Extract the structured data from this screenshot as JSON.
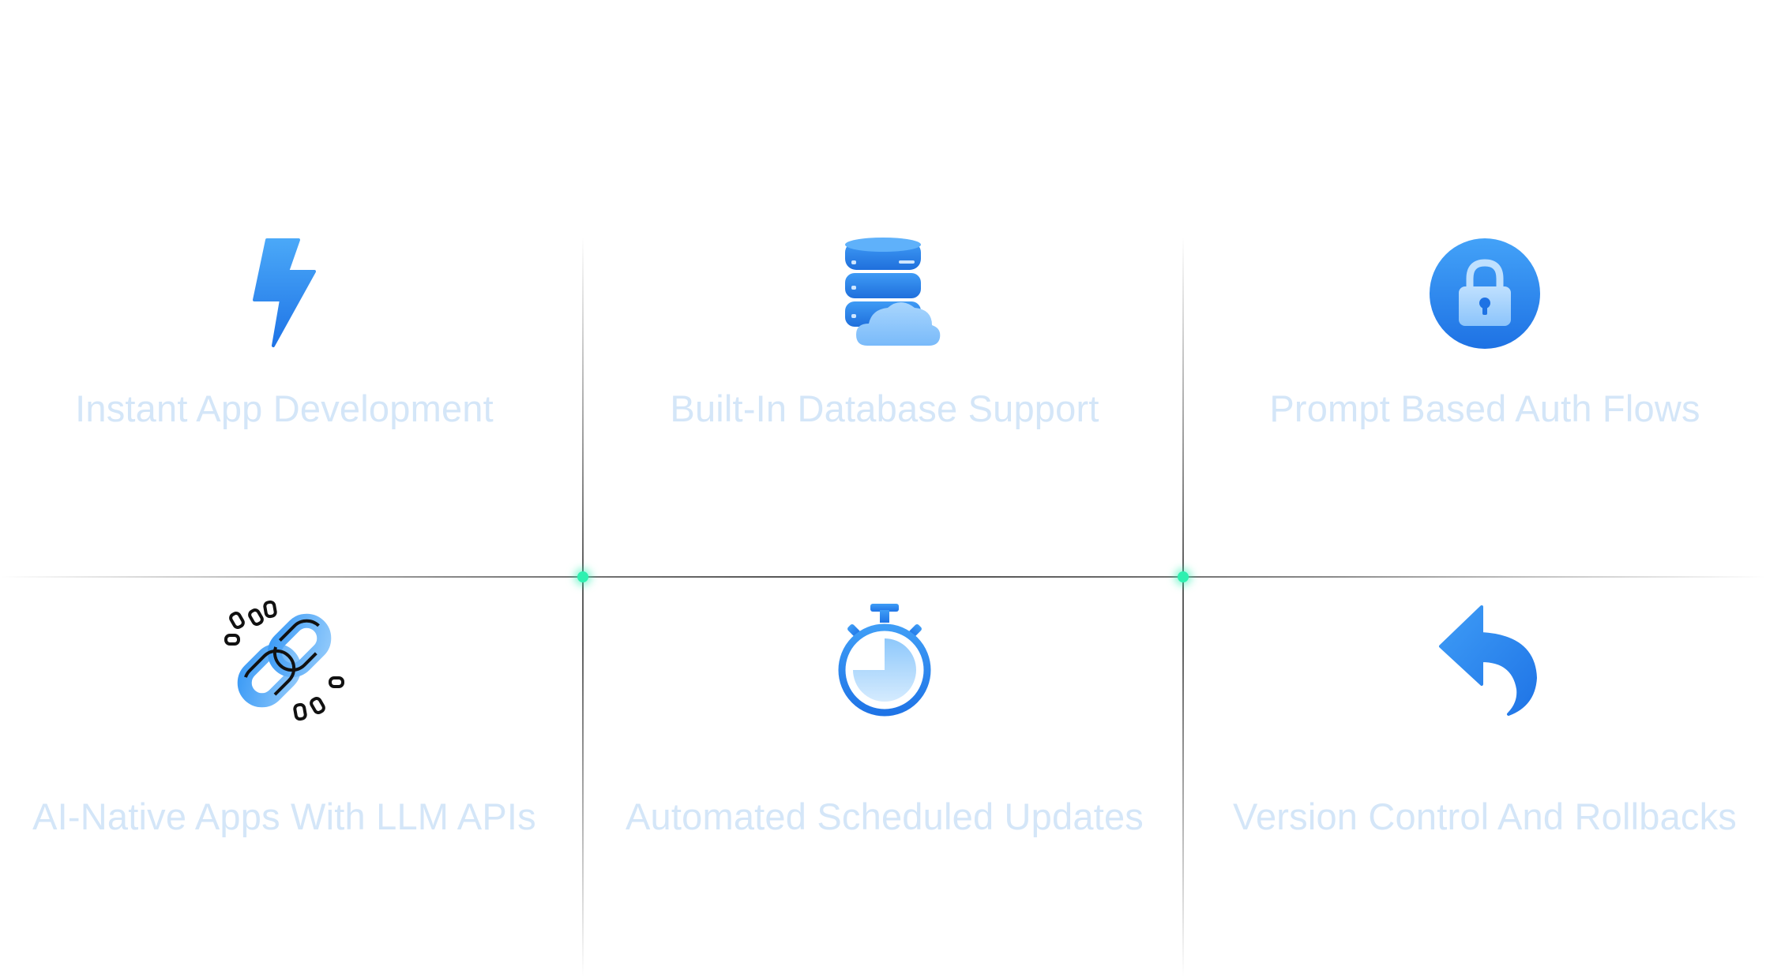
{
  "features": [
    {
      "id": "instant",
      "label": "Instant App Development",
      "icon": "lightning-icon"
    },
    {
      "id": "database",
      "label": "Built-In Database Support",
      "icon": "database-cloud-icon"
    },
    {
      "id": "auth",
      "label": "Prompt Based Auth Flows",
      "icon": "lock-icon"
    },
    {
      "id": "ai",
      "label": "AI-Native Apps With LLM APIs",
      "icon": "broken-chain-icon"
    },
    {
      "id": "scheduled",
      "label": "Automated Scheduled Updates",
      "icon": "stopwatch-icon"
    },
    {
      "id": "version",
      "label": "Version Control And Rollbacks",
      "icon": "undo-arrow-icon"
    }
  ],
  "colors": {
    "accent_blue": "#2a86f0",
    "light_blue": "#8ec8fb",
    "label_color": "#d4e6f8",
    "node_glow": "#2ef0b0"
  }
}
